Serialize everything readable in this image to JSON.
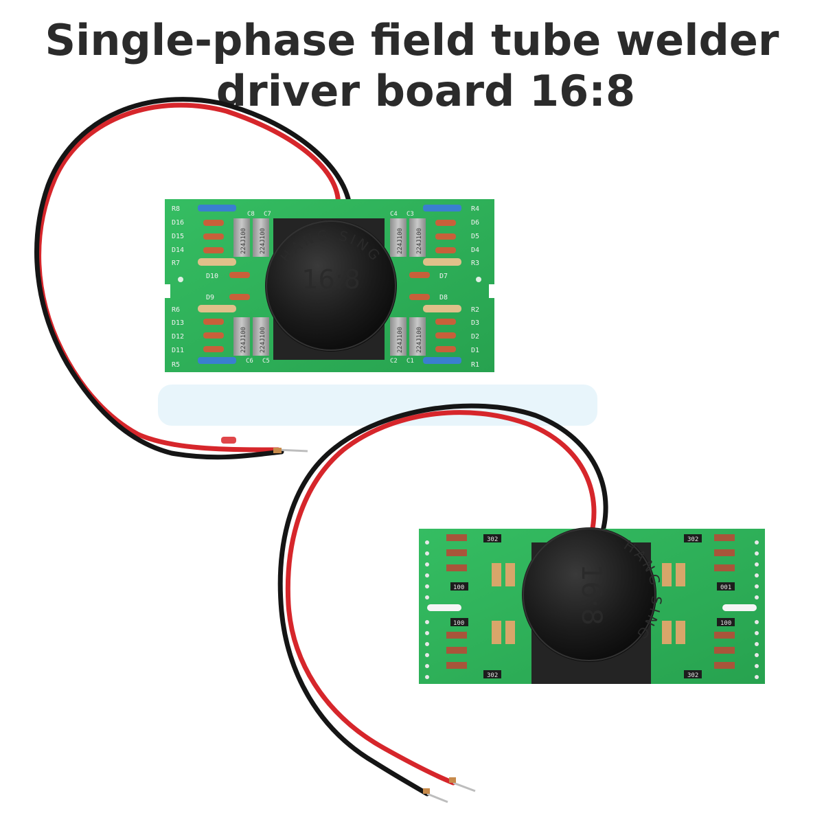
{
  "title": {
    "line1": "Single-phase field tube welder",
    "line2": "driver board 16:8"
  },
  "transformer": {
    "brand": "HANG SING",
    "ratio": "16:8"
  },
  "board_top": {
    "labels_left": [
      "R8",
      "D16",
      "D15",
      "D14",
      "R7",
      "D10",
      "D9",
      "R6",
      "D13",
      "D12",
      "D11",
      "R5"
    ],
    "labels_right": [
      "R4",
      "D6",
      "D5",
      "D4",
      "R3",
      "D7",
      "D8",
      "R2",
      "D3",
      "D2",
      "D1",
      "R1"
    ],
    "cap_labels": [
      "C8",
      "C7",
      "C4",
      "C3",
      "C6",
      "C5",
      "C2",
      "C1"
    ],
    "cap_code": "224J100"
  },
  "board_bottom": {
    "smd_codes": [
      "302",
      "100",
      "302",
      "001",
      "100",
      "302",
      "100",
      "302"
    ]
  },
  "colors": {
    "pcb": "#2fb35a",
    "wire_red": "#d6262b",
    "wire_black": "#151515",
    "transformer": "#1a1a1a",
    "title": "#2b2b2b"
  }
}
